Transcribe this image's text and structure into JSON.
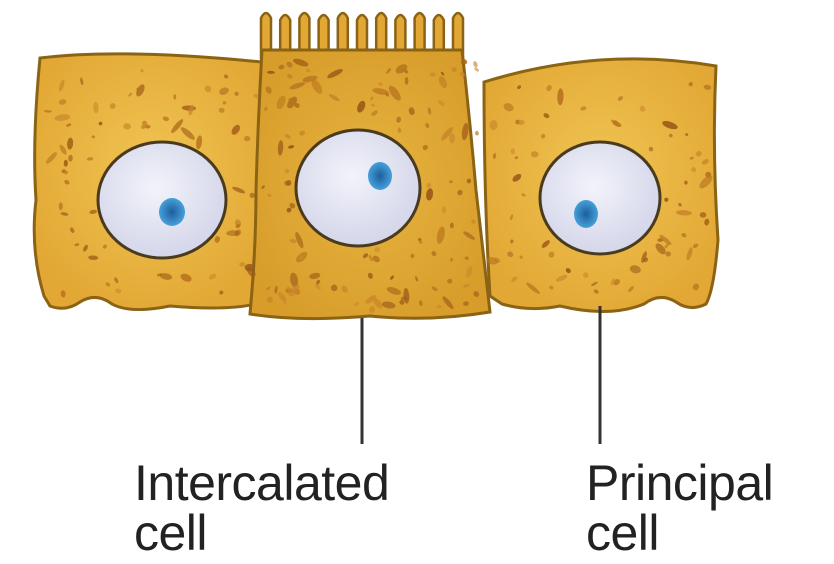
{
  "labels": {
    "intercalated": {
      "line1": "Intercalated",
      "line2": "cell"
    },
    "principal": {
      "line1": "Principal",
      "line2": "cell"
    }
  },
  "colors": {
    "cytoplasm": "#E9B43A",
    "cytoplasm_center": "#DDA42E",
    "membrane_outline": "#8A6414",
    "organelle": "#B8741E",
    "nucleus": "#E2E3F2",
    "nucleus_outline": "#4A3B1E",
    "nucleolus": "#2F86C6",
    "pointer_line": "#333333",
    "text": "#222222"
  },
  "icons": {
    "left-cell": "principal-cell-icon",
    "center-cell": "intercalated-cell-icon",
    "right-cell": "principal-cell-icon"
  }
}
